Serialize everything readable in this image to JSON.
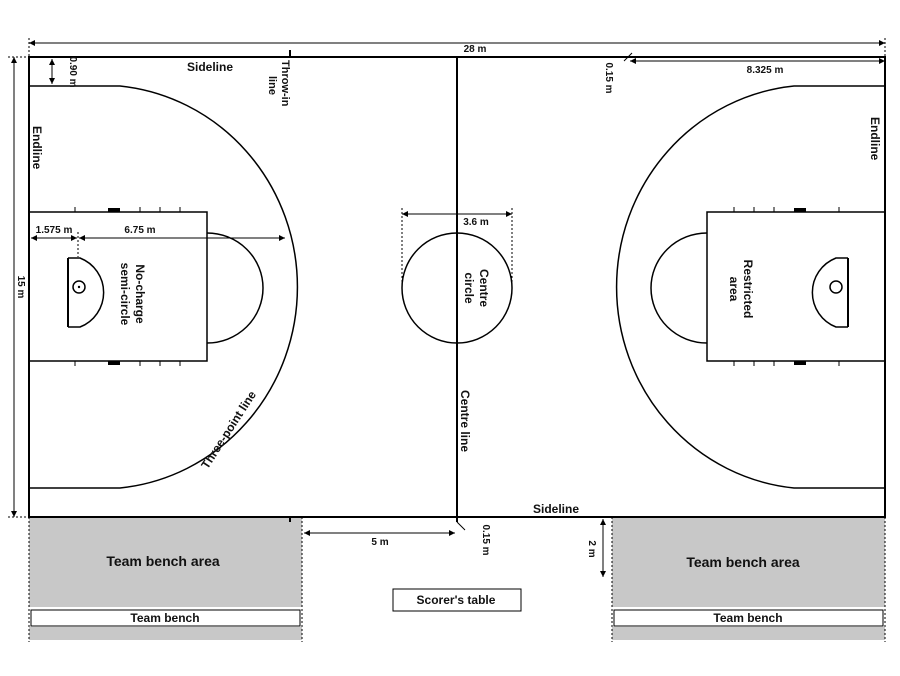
{
  "colors": {
    "line": "#000000",
    "bench_area": "#c8c8c8",
    "background": "#ffffff"
  },
  "dimensions": {
    "length": "28 m",
    "width": "15 m",
    "throwin_offset": "0.15 m",
    "three_point_corner": "0.90 m",
    "three_point_end": "8.325 m",
    "restricted_offset": "1.575 m",
    "three_point_radius": "6.75 m",
    "centre_circle": "3.6 m",
    "bench_distance": "5 m",
    "centre_line_ext": "0.15 m",
    "bench_depth": "2 m"
  },
  "labels": {
    "sideline_top": "Sideline",
    "sideline_bottom": "Sideline",
    "throw_in_1": "Throw-in",
    "throw_in_2": "line",
    "endline_left": "Endline",
    "endline_right": "Endline",
    "no_charge_1": "No-charge",
    "no_charge_2": "semi-circle",
    "centre_circle_1": "Centre",
    "centre_circle_2": "circle",
    "centre_line": "Centre line",
    "restricted_1": "Restricted",
    "restricted_2": "area",
    "three_point_line": "Three-point line",
    "team_bench_area_left": "Team bench area",
    "team_bench_area_right": "Team bench area",
    "team_bench_left": "Team bench",
    "team_bench_right": "Team bench",
    "scorers_table": "Scorer's table"
  }
}
